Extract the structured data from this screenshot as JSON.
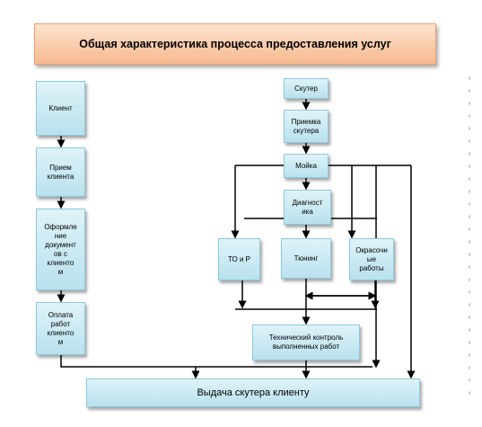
{
  "title": "Общая характеристика процесса предоставления услуг",
  "nodes": {
    "client": "Клиент",
    "reception": "Прием\nклиента",
    "documents": "Оформле\nние\nдокумент\nов с\nклиенто\nм",
    "payment": "Оплата\nработ\nклиенто\nм",
    "scooter": "Скутер",
    "scooter_intake": "Приемка\nскутера",
    "wash": "Мойка",
    "diagnostics": "Диагност\nика",
    "maintenance": "ТО и Р",
    "tuning": "Тюнинг",
    "painting": "Окрасочн\nые\nработы",
    "quality_control": "Технический контроль\nвыполненных работ",
    "delivery": "Выдача скутера клиенту"
  }
}
